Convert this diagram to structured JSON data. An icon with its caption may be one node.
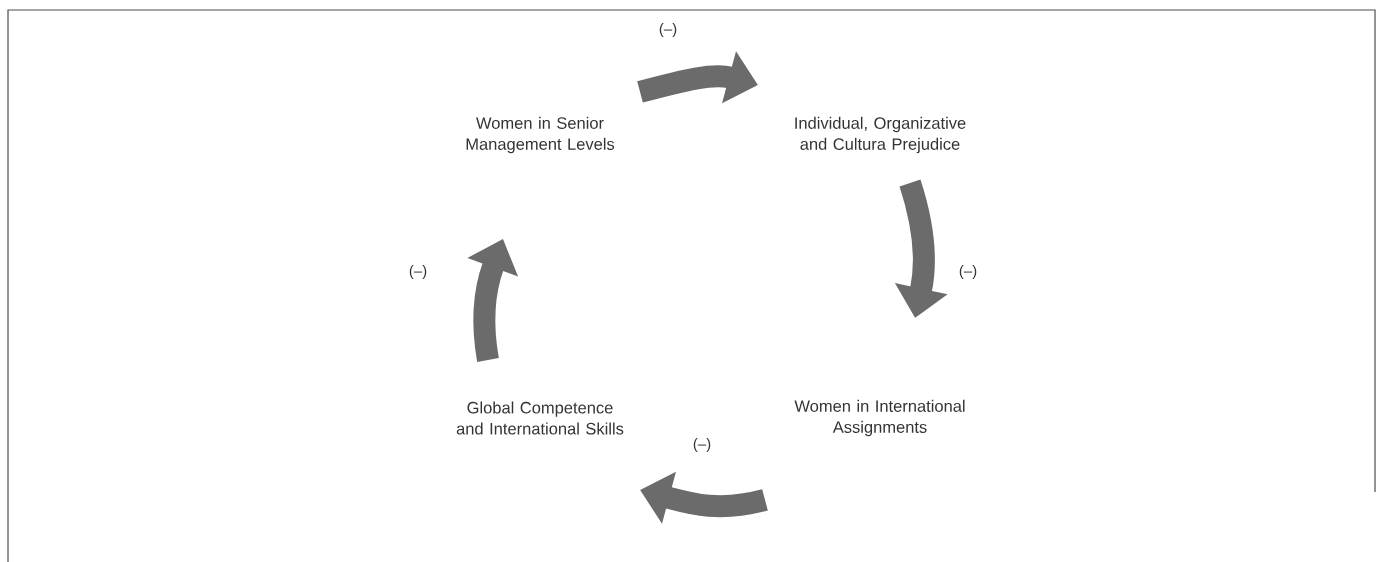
{
  "diagram": {
    "nodes": [
      {
        "text": [
          "Women in Senior Management Levels"
        ]
      },
      {
        "text": [
          "Individual, Organizative and Cultura Prejudice"
        ]
      },
      {
        "text": [
          "Women in International Assignments"
        ]
      },
      {
        "text": [
          "Global Competence and International Skills"
        ]
      }
    ],
    "edges": [
      {
        "from": 0,
        "to": 1,
        "arrow": "to",
        "label": "(–)"
      },
      {
        "from": 1,
        "to": 2,
        "arrow": "to",
        "label": "(–)"
      },
      {
        "from": 2,
        "to": 3,
        "arrow": "to",
        "label": "(–)"
      },
      {
        "from": 3,
        "to": 0,
        "arrow": "to",
        "label": "(–)"
      }
    ]
  }
}
